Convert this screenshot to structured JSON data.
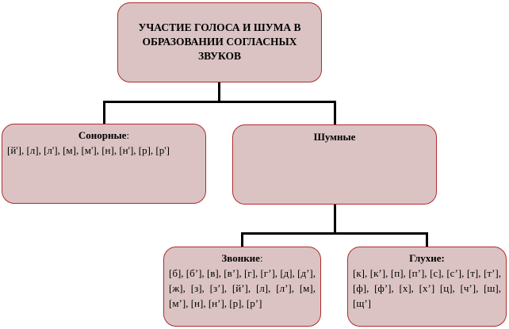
{
  "root": {
    "line1": "УЧАСТИЕ ГОЛОСА И ШУМА В",
    "line2": "ОБРАЗОВАНИИ СОГЛАСНЫХ",
    "line3": "ЗВУКОВ"
  },
  "sonorant": {
    "title": "Сонорные",
    "suffix": ":",
    "sounds": "[й'], [л], [л'], [м], [м'], [н], [н'], [р], [р']"
  },
  "noisy": {
    "title": "Шумные"
  },
  "voiced": {
    "title": "Звонкие",
    "suffix": ":",
    "sounds": "[б], [б’], [в], [в’], [г], [г’], [д], [д’], [ж], [з], [з’], [й’], [л], [л’], [м], [м’], [н], [н’], [р], [р’]"
  },
  "voiceless": {
    "title": "Глухие:",
    "sounds": "[к], [к’], [п], [п’], [с], [с’], [т], [т’], [ф], [ф’], [х], [х’] [ц], [ч’], [ш], [щ’]"
  },
  "colors": {
    "box_fill": "#dbc3c3",
    "box_border": "#b02a2a",
    "connector": "#000000"
  }
}
